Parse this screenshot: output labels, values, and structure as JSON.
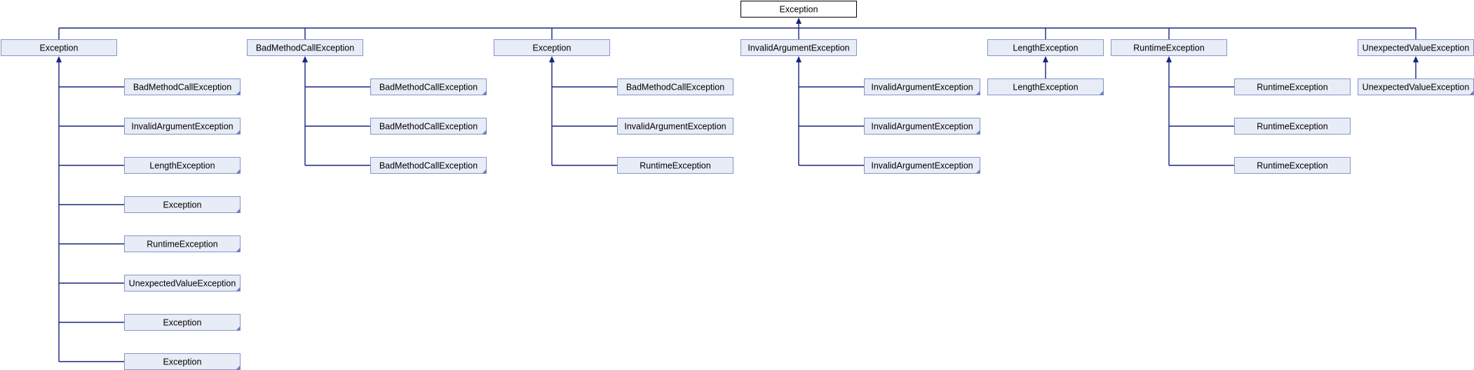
{
  "root": "Exception",
  "groups": [
    {
      "label": "Exception",
      "children": [
        "BadMethodCallException",
        "InvalidArgumentException",
        "LengthException",
        "Exception",
        "RuntimeException",
        "UnexpectedValueException",
        "Exception",
        "Exception"
      ]
    },
    {
      "label": "BadMethodCallException",
      "children": [
        "BadMethodCallException",
        "BadMethodCallException",
        "BadMethodCallException"
      ]
    },
    {
      "label": "Exception",
      "children": [
        "BadMethodCallException",
        "InvalidArgumentException",
        "RuntimeException"
      ]
    },
    {
      "label": "InvalidArgumentException",
      "children": [
        "InvalidArgumentException",
        "InvalidArgumentException",
        "InvalidArgumentException"
      ]
    },
    {
      "label": "LengthException",
      "children": [
        "LengthException"
      ]
    },
    {
      "label": "RuntimeException",
      "children": [
        "RuntimeException",
        "RuntimeException",
        "RuntimeException"
      ]
    },
    {
      "label": "UnexpectedValueException",
      "children": [
        "UnexpectedValueException"
      ]
    }
  ],
  "colors": {
    "edge": "#1a237e",
    "node_fill": "#e8ecf6",
    "node_border": "#8496c8"
  }
}
